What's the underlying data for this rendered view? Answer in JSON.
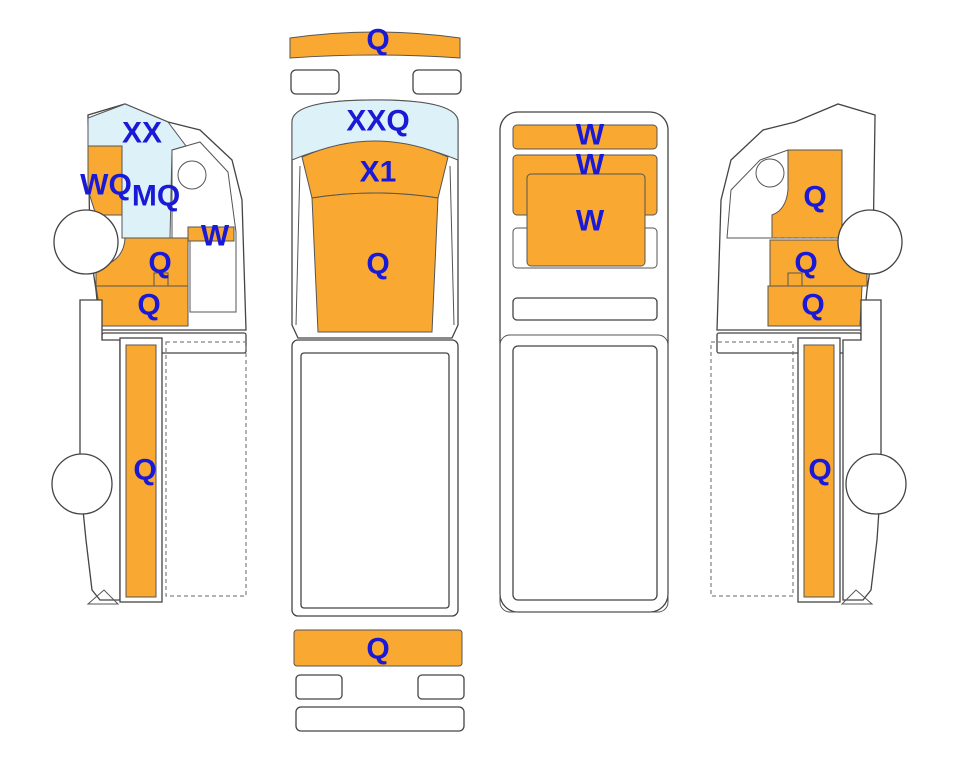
{
  "colors": {
    "paint": "#f9a931",
    "glass": "#ddf1f9",
    "label": "#1a1ad6"
  },
  "codes": {
    "front_bumper": "Q",
    "windshield": "XXQ",
    "roof_front": "X1",
    "hood": "Q",
    "rear_bumper": "Q",
    "rear_upper": "W",
    "rear_mid": "W",
    "rear_door": "W",
    "left_window": "XX",
    "left_pillar": "WQ",
    "left_door_glass": "MQ",
    "left_mirror": "W",
    "left_lower_door": "Q",
    "left_sill_front": "Q",
    "left_side_panel": "Q",
    "right_upper_door": "Q",
    "right_lower_door": "Q",
    "right_sill_front": "Q",
    "right_side_panel": "Q"
  }
}
